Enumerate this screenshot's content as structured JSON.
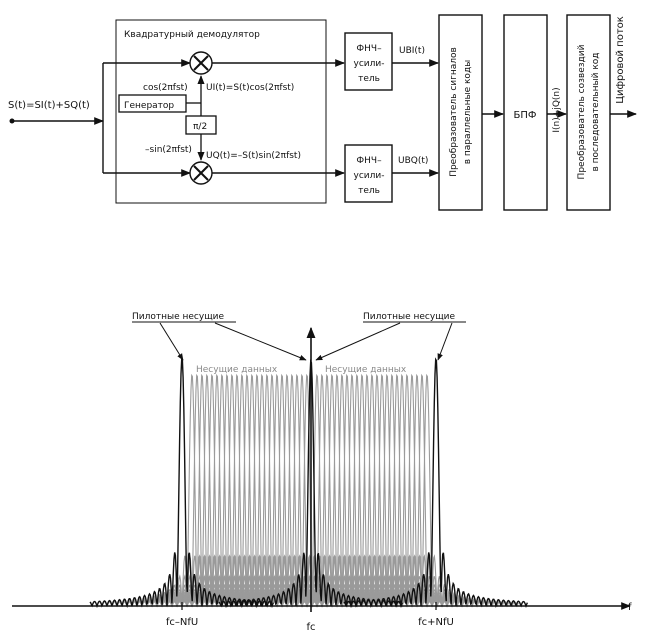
{
  "block_diagram": {
    "input_signal": "S(t)=SI(t)+SQ(t)",
    "demodulator_title": "Квадратурный демодулятор",
    "generator_label": "Генератор",
    "cos_label": "cos(2πfst)",
    "sin_label": "–sin(2πfst)",
    "phase_shift_label": "π/2",
    "ui_equation": "UI(t)=S(t)cos(2πfst)",
    "uq_equation": "UQ(t)=–S(t)sin(2πfst)",
    "lpf_top_label": [
      "ФНЧ–",
      "усили-",
      "тель"
    ],
    "lpf_bottom_label": [
      "ФНЧ–",
      "усили-",
      "тель"
    ],
    "ubi_label": "UBI(t)",
    "ubq_label": "UBQ(t)",
    "converter_parallel": [
      "Преобразователь сигналов",
      "в параллельные коды"
    ],
    "fft_label": "БПФ",
    "iq_label": "I(n)+jQ(n)",
    "converter_serial": [
      "Преобразователь созвездий",
      "в последовательный код"
    ],
    "output_label": "Цифровой поток"
  },
  "spectrum": {
    "pilot_label_left": "Пилотные несущие",
    "pilot_label_right": "Пилотные несущие",
    "data_label_left": "Несущие данных",
    "data_label_right": "Несущие данных",
    "axis_f": "f",
    "tick_left": "fc–NfU",
    "tick_center": "fc",
    "tick_right": "fc+NfU",
    "pilot_color": "#111111",
    "data_color": "#9a9a9a"
  }
}
